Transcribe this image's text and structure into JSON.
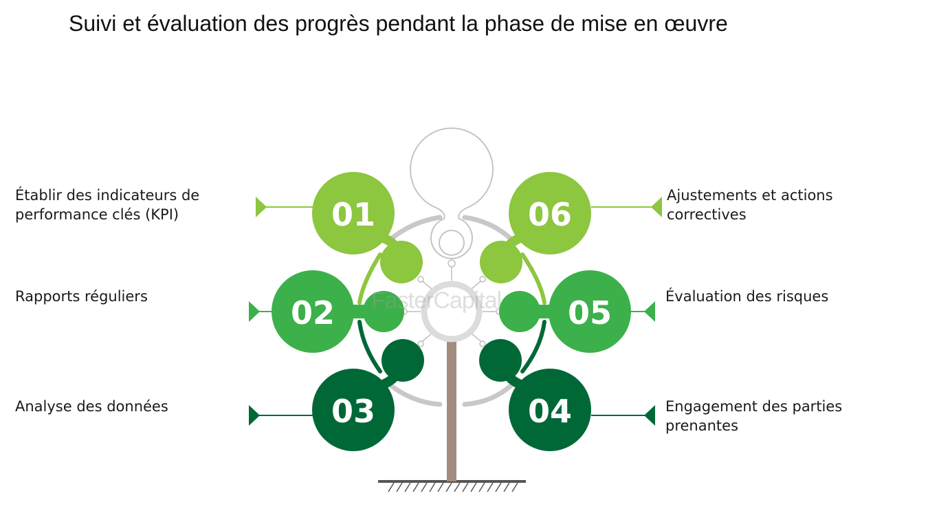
{
  "title": "Suivi et évaluation des progrès pendant la phase de mise en œuvre",
  "steps": [
    {
      "number": "01",
      "label": "Établir des indicateurs de performance clés (KPI)",
      "color": "#8dc63f"
    },
    {
      "number": "02",
      "label": "Rapports réguliers",
      "color": "#3cb04a"
    },
    {
      "number": "03",
      "label": "Analyse des données",
      "color": "#006837"
    },
    {
      "number": "04",
      "label": "Engagement des parties prenantes",
      "color": "#006837"
    },
    {
      "number": "05",
      "label": "Évaluation des risques",
      "color": "#3cb04a"
    },
    {
      "number": "06",
      "label": "Ajustements et actions correctives",
      "color": "#8dc63f"
    }
  ],
  "watermark": "FasterCapital"
}
